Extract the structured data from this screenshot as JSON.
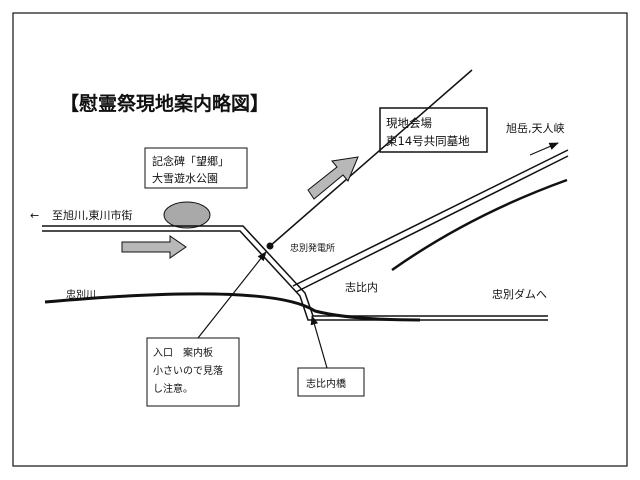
{
  "title": "【慰霊祭現地案内略図】",
  "labels": {
    "venue_line1": "現地会場",
    "venue_line2": "東14号共同墓地",
    "monument_line1": "記念碑「望郷」",
    "monument_line2": "大雪遊水公園",
    "left_arrow": "←",
    "to_asahikawa": "至旭川,東川市街",
    "asahidake": "旭岳,天人峡",
    "power_station": "忠別発電所",
    "shihinai": "志比内",
    "river": "忠別川",
    "dam": "忠別ダムへ",
    "entrance_line1": "入口　案内板",
    "entrance_line2": "小さいので見落",
    "entrance_line3": "し注意。",
    "bridge": "志比内橋"
  },
  "colors": {
    "ink": "#111111",
    "arrow_fill": "#b8b8b8",
    "ellipse_fill": "#a9a9a9"
  }
}
